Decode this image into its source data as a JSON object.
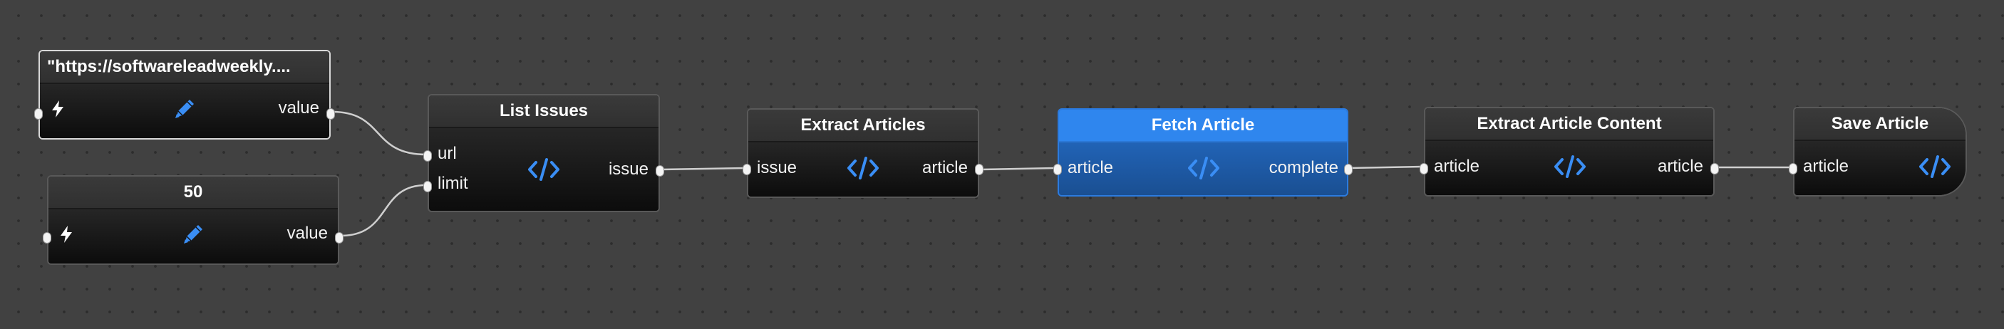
{
  "nodes": {
    "url_const": {
      "title": "\"https://softwareleadweekly....",
      "output": "value"
    },
    "limit_const": {
      "title": "50",
      "output": "value"
    },
    "list_issues": {
      "title": "List Issues",
      "inputs": [
        "url",
        "limit"
      ],
      "output": "issue"
    },
    "extract_articles": {
      "title": "Extract Articles",
      "input": "issue",
      "output": "article"
    },
    "fetch_article": {
      "title": "Fetch Article",
      "input": "article",
      "output": "complete"
    },
    "extract_content": {
      "title": "Extract Article Content",
      "input": "article",
      "output": "article"
    },
    "save_article": {
      "title": "Save Article",
      "input": "article"
    }
  },
  "icons": {
    "code": "code-icon",
    "trigger": "lightning-bolt-icon",
    "edit": "pencil-icon"
  },
  "colors": {
    "canvas": "#414141",
    "accent_blue": "#2f86ee",
    "icon_blue": "#3a8ef5",
    "selected_border": "#d8d8d8"
  }
}
